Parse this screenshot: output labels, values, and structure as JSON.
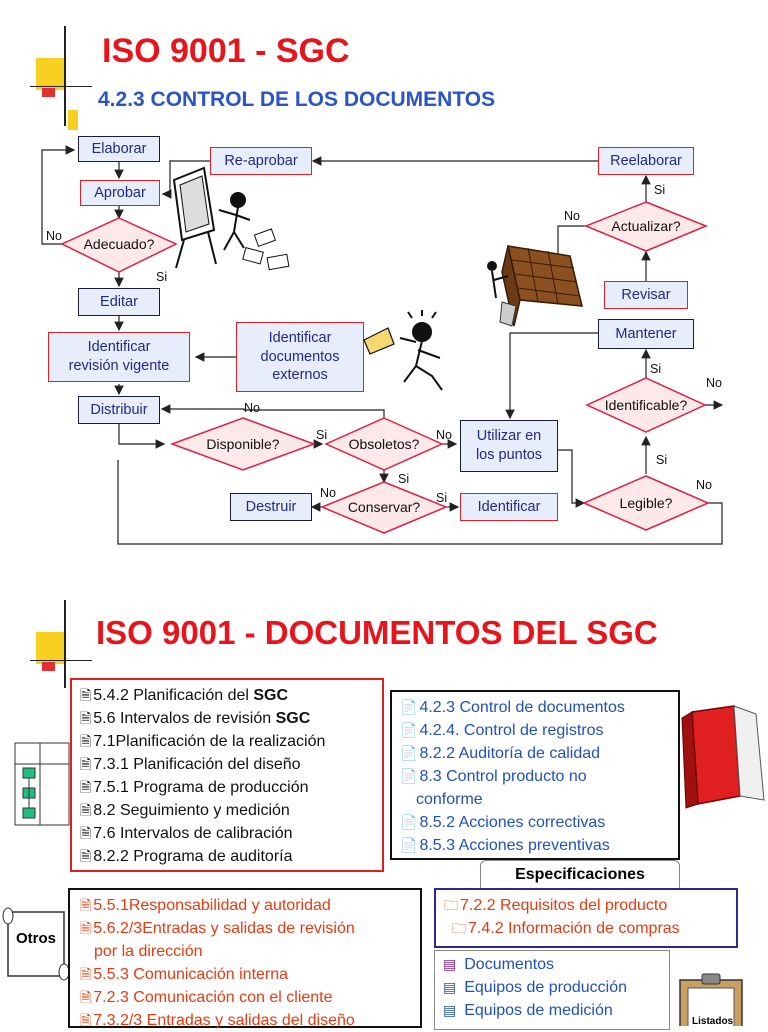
{
  "slide1": {
    "title": "ISO 9001 - SGC",
    "subtitle": "4.2.3 CONTROL DE LOS DOCUMENTOS",
    "boxes": {
      "elaborar": "Elaborar",
      "aprobar": "Aprobar",
      "reaprobar": "Re-aprobar",
      "reelaborar": "Reelaborar",
      "editar": "Editar",
      "identificar_revision": "Identificar\nrevisión vigente",
      "identificar_externos": "Identificar\ndocumentos\nexternos",
      "distribuir": "Distribuir",
      "utilizar": "Utilizar en\nlos puntos",
      "destruir": "Destruir",
      "identificar": "Identificar",
      "revisar": "Revisar",
      "mantener": "Mantener"
    },
    "decisions": {
      "adecuado": "Adecuado?",
      "disponible": "Disponible?",
      "obsoletos": "Obsoletos?",
      "conservar": "Conservar?",
      "actualizar": "Actualizar?",
      "identificable": "Identificable?",
      "legible": "Legible?"
    },
    "yes": "Si",
    "no": "No"
  },
  "slide2": {
    "title": "ISO 9001 -  DOCUMENTOS DEL SGC",
    "planning_items": [
      {
        "text": "5.4.2 Planificación  del ",
        "bold": "SGC"
      },
      {
        "text": "5.6  Intervalos  de revisión ",
        "bold": "SGC"
      },
      {
        "text": "7.1Planificación de la realización",
        "bold": ""
      },
      {
        "text": "7.3.1 Planificación del  diseño",
        "bold": ""
      },
      {
        "text": "7.5.1 Programa de producción",
        "bold": ""
      },
      {
        "text": "8.2 Seguimiento y medición",
        "bold": ""
      },
      {
        "text": "7.6 Intervalos de calibración",
        "bold": ""
      },
      {
        "text": "8.2.2 Programa de auditoría",
        "bold": ""
      }
    ],
    "procedure_items": [
      "4.2.3  Control de documentos",
      "4.2.4. Control de registros",
      "8.2.2 Auditoría de calidad",
      "8.3 Control producto no",
      "conforme",
      "8.5.2 Acciones correctivas",
      "8.5.3 Acciones preventivas"
    ],
    "specs_label": "Especificaciones",
    "spec_items": [
      "7.2.2  Requisitos del  producto",
      "7.4.2 Información de compras"
    ],
    "otros_label": "Otros",
    "other_items": [
      "5.5.1Responsabilidad y autoridad",
      "5.6.2/3Entradas  y salidas de revisión",
      "por la dirección",
      "5.5.3 Comunicación interna",
      "7.2.3 Comunicación con el cliente",
      "7.3.2/3 Entradas y salidas del diseño"
    ],
    "list_items": [
      "Documentos",
      "Equipos de producción",
      "Equipos de medición"
    ],
    "clipboard_label": "Listados"
  },
  "colors": {
    "title_red": "#e8141c",
    "subtitle_blue": "#2a55c8",
    "box_fill": "#e8edfb",
    "decision_fill": "#fde8ea",
    "decision_border": "#e02040",
    "link_blue": "#2050c0",
    "orange_red": "#e83a10"
  }
}
